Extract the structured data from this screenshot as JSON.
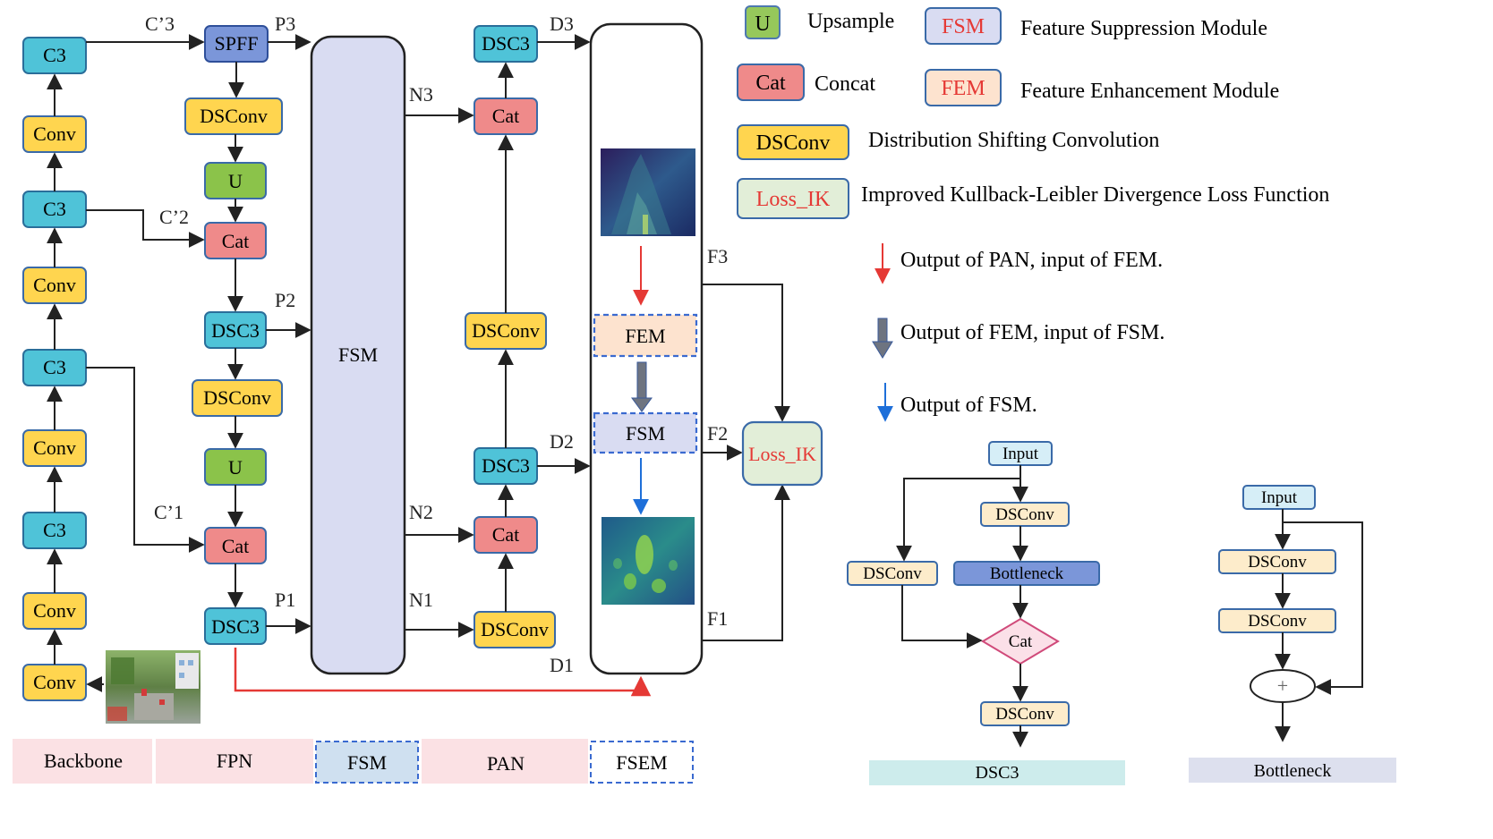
{
  "backbone": {
    "nodes": [
      "C3",
      "Conv",
      "C3",
      "Conv",
      "C3",
      "Conv",
      "C3",
      "Conv",
      "Conv"
    ]
  },
  "fpn": {
    "nodes": [
      "SPFF",
      "DSConv",
      "U",
      "Cat",
      "DSC3",
      "DSConv",
      "U",
      "Cat",
      "DSC3"
    ]
  },
  "fsm_block": "FSM",
  "pan": {
    "nodes": [
      "DSC3",
      "Cat",
      "DSConv",
      "DSC3",
      "Cat",
      "DSConv"
    ]
  },
  "fsem": {
    "fem": "FEM",
    "fsm": "FSM"
  },
  "loss": "Loss_IK",
  "edge_labels": {
    "c3p": "C’3",
    "c2p": "C’2",
    "c1p": "C’1",
    "p3": "P3",
    "p2": "P2",
    "p1": "P1",
    "n3": "N3",
    "n2": "N2",
    "n1": "N1",
    "d3": "D3",
    "d2": "D2",
    "d1": "D1",
    "f3": "F3",
    "f2": "F2",
    "f1": "F1"
  },
  "legend": {
    "upsample": {
      "tag": "U",
      "text": "Upsample"
    },
    "cat": {
      "tag": "Cat",
      "text": "Concat"
    },
    "dsconv": {
      "tag": "DSConv",
      "text": "Distribution Shifting Convolution"
    },
    "loss": {
      "tag": "Loss_IK",
      "text": "Improved Kullback-Leibler Divergence Loss Function"
    },
    "fsm": {
      "tag": "FSM",
      "text": "Feature Suppression Module"
    },
    "fem": {
      "tag": "FEM",
      "text": "Feature Enhancement Module"
    },
    "arrow_red": "Output of PAN, input of FEM.",
    "arrow_gray": "Output of FEM, input of FSM.",
    "arrow_blue": "Output of FSM."
  },
  "dsc3_detail": {
    "input": "Input",
    "dsconv_top": "DSConv",
    "dsconv_left": "DSConv",
    "bottleneck": "Bottleneck",
    "cat": "Cat",
    "dsconv_bottom": "DSConv"
  },
  "bottleneck_detail": {
    "input": "Input",
    "dsconv1": "DSConv",
    "dsconv2": "DSConv",
    "add": "+"
  },
  "bottom_bar": [
    "Backbone",
    "FPN",
    "FSM",
    "PAN",
    "FSEM"
  ],
  "captions": {
    "dsc3": "DSC3",
    "bottleneck": "Bottleneck"
  },
  "colors": {
    "c3": "#4fc3d8",
    "conv": "#ffd54f",
    "spff": "#7b96d9",
    "u": "#8bc34a",
    "cat": "#ef8a8a",
    "fsm": "#d9dcf2",
    "fem": "#fde3cf",
    "loss": "#e2eed8",
    "red": "#e53935",
    "blue": "#1e6fd9",
    "gray": "#6e7480"
  }
}
